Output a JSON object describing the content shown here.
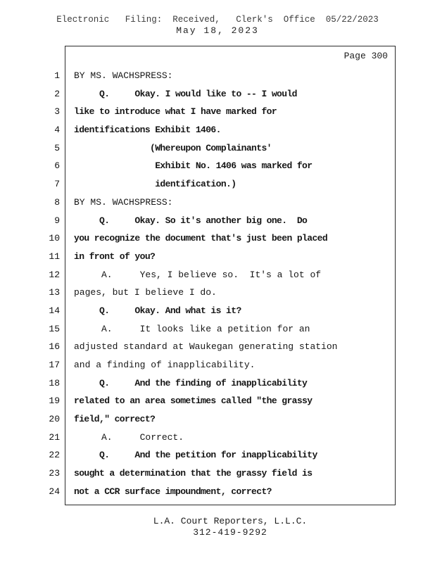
{
  "stamp": {
    "filing_line": "Electronic   Filing:  Received,   Clerk's  Office  05/22/2023",
    "date_line": "May 18, 2023"
  },
  "transcript": {
    "page_label": "Page 300",
    "lines": [
      {
        "no": "1",
        "text": "BY MS. WACHSPRESS:",
        "bold": false
      },
      {
        "no": "2",
        "text": "     Q.     Okay. I would like to -- I would",
        "bold": true
      },
      {
        "no": "3",
        "text": "like to introduce what I have marked for",
        "bold": true
      },
      {
        "no": "4",
        "text": "identifications Exhibit 1406.",
        "bold": true
      },
      {
        "no": "5",
        "text": "               (Whereupon Complainants'",
        "bold": true
      },
      {
        "no": "6",
        "text": "                Exhibit No. 1406 was marked for",
        "bold": true
      },
      {
        "no": "7",
        "text": "                identification.)",
        "bold": true
      },
      {
        "no": "8",
        "text": "BY MS. WACHSPRESS:",
        "bold": false
      },
      {
        "no": "9",
        "text": "     Q.     Okay. So it's another big one.  Do",
        "bold": true
      },
      {
        "no": "10",
        "text": "you recognize the document that's just been placed",
        "bold": true
      },
      {
        "no": "11",
        "text": "in front of you?",
        "bold": true
      },
      {
        "no": "12",
        "text": "     A.     Yes, I believe so.  It's a lot of",
        "bold": false
      },
      {
        "no": "13",
        "text": "pages, but I believe I do.",
        "bold": false
      },
      {
        "no": "14",
        "text": "     Q.     Okay. And what is it?",
        "bold": true
      },
      {
        "no": "15",
        "text": "     A.     It looks like a petition for an",
        "bold": false
      },
      {
        "no": "16",
        "text": "adjusted standard at Waukegan generating station",
        "bold": false
      },
      {
        "no": "17",
        "text": "and a finding of inapplicability.",
        "bold": false
      },
      {
        "no": "18",
        "text": "     Q.     And the finding of inapplicability",
        "bold": true
      },
      {
        "no": "19",
        "text": "related to an area sometimes called \"the grassy",
        "bold": true
      },
      {
        "no": "20",
        "text": "field,\" correct?",
        "bold": true
      },
      {
        "no": "21",
        "text": "     A.     Correct.",
        "bold": false
      },
      {
        "no": "22",
        "text": "     Q.     And the petition for inapplicability",
        "bold": true
      },
      {
        "no": "23",
        "text": "sought a determination that the grassy field is",
        "bold": true
      },
      {
        "no": "24",
        "text": "not a CCR surface impoundment, correct?",
        "bold": true
      }
    ]
  },
  "footer": {
    "company": "L.A. Court Reporters, L.L.C.",
    "phone": "312-419-9292"
  }
}
